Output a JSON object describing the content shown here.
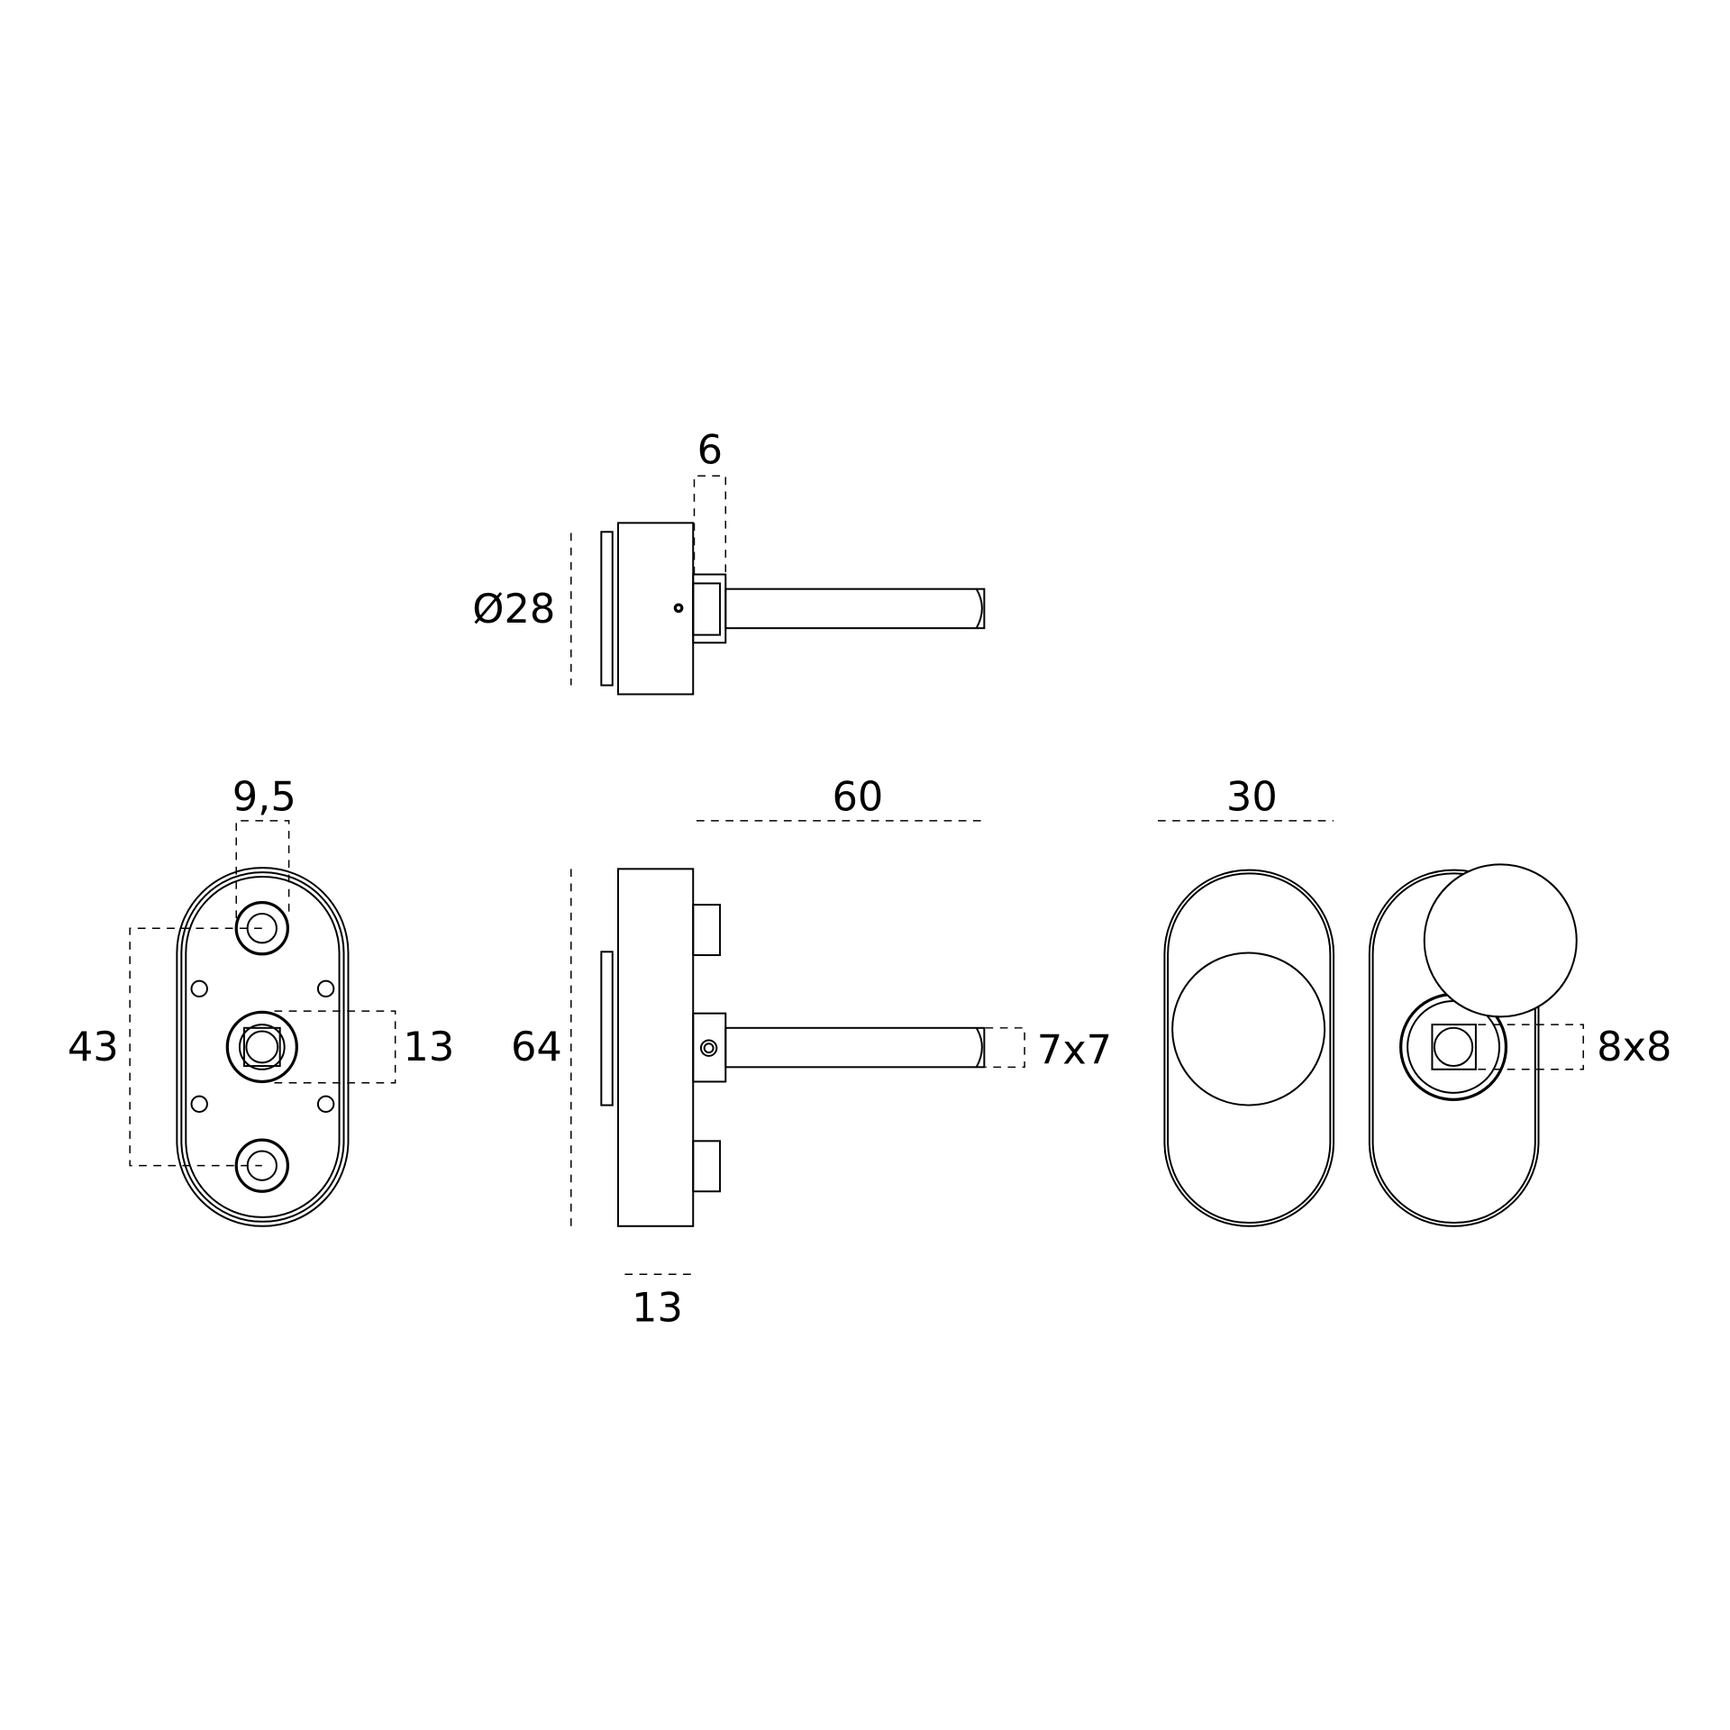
{
  "drawing": {
    "colors": {
      "line": "#000000",
      "background": "#ffffff"
    },
    "dimensions": {
      "top_shaft_offset": "6",
      "diameter": "Ø28",
      "hole_spacing_width": "9,5",
      "hole_spacing_height": "43",
      "center_boss": "13",
      "plate_height": "64",
      "spindle_length": "60",
      "spindle_square": "7x7",
      "plate_thickness": "13",
      "plate_width": "30",
      "knob_square": "8x8"
    }
  }
}
